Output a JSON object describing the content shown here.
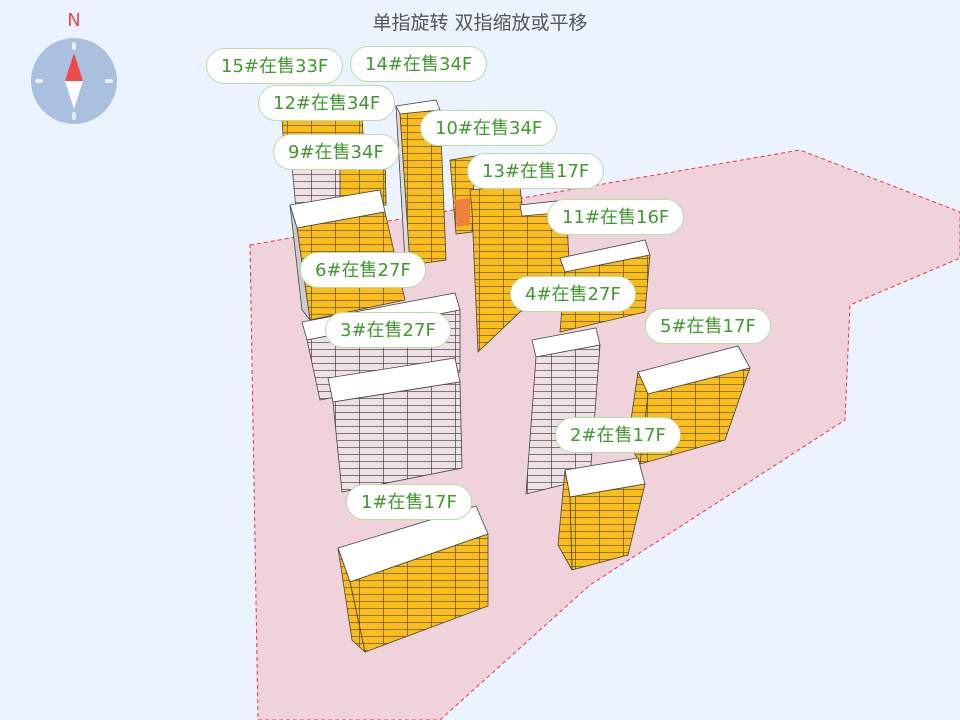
{
  "hint": "单指旋转 双指缩放或平移",
  "compass": {
    "north_label": "N",
    "colors": {
      "dial": "#a9c1de",
      "north": "#f04848",
      "south": "#ffffff"
    }
  },
  "colors": {
    "site": "#f0d3da",
    "site_border": "#ee3344",
    "sale": "#fbbd1a",
    "sold": "#efe0e6",
    "label_text": "#3f9a2c"
  },
  "labels": [
    {
      "id": "15",
      "text": "15#在售33F"
    },
    {
      "id": "14",
      "text": "14#在售34F"
    },
    {
      "id": "12",
      "text": "12#在售34F"
    },
    {
      "id": "10",
      "text": "10#在售34F"
    },
    {
      "id": "9",
      "text": "9#在售34F"
    },
    {
      "id": "13",
      "text": "13#在售17F"
    },
    {
      "id": "11",
      "text": "11#在售16F"
    },
    {
      "id": "6",
      "text": "6#在售27F"
    },
    {
      "id": "4",
      "text": "4#在售27F"
    },
    {
      "id": "3",
      "text": "3#在售27F"
    },
    {
      "id": "5",
      "text": "5#在售17F"
    },
    {
      "id": "2",
      "text": "2#在售17F"
    },
    {
      "id": "1",
      "text": "1#在售17F"
    }
  ]
}
